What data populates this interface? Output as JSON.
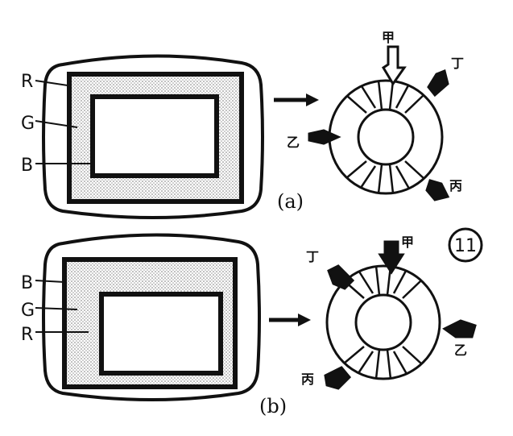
{
  "figure_number": "11",
  "panel_a": {
    "caption": "(a)",
    "screen_labels": [
      "R",
      "G",
      "B"
    ],
    "ring_labels": {
      "top": "甲",
      "top_right": "丁",
      "left": "乙",
      "bottom_right": "丙"
    }
  },
  "panel_b": {
    "caption": "(b)",
    "screen_labels": [
      "B",
      "G",
      "R"
    ],
    "ring_labels": {
      "top": "甲",
      "top_left": "丁",
      "right": "乙",
      "bottom_left": "丙"
    }
  },
  "colors": {
    "ink": "#111111",
    "dot_fill": "#bdbdbd",
    "background": "#ffffff"
  }
}
